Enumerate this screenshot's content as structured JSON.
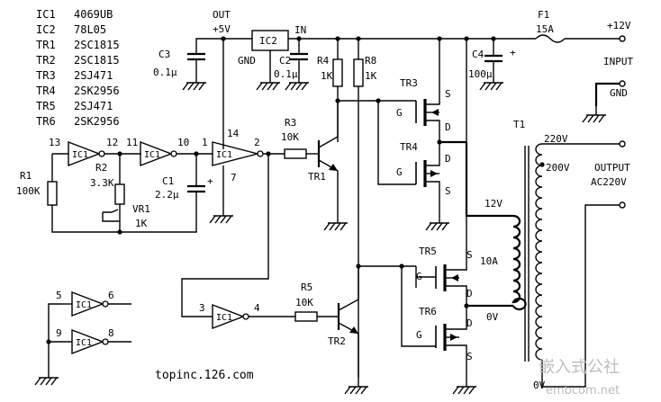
{
  "parts_list": [
    {
      "ref": "IC1",
      "value": "4069UB"
    },
    {
      "ref": "IC2",
      "value": "78L05"
    },
    {
      "ref": "TR1",
      "value": "2SC1815"
    },
    {
      "ref": "TR2",
      "value": "2SC1815"
    },
    {
      "ref": "TR3",
      "value": "2SJ471"
    },
    {
      "ref": "TR4",
      "value": "2SK2956"
    },
    {
      "ref": "TR5",
      "value": "2SJ471"
    },
    {
      "ref": "TR6",
      "value": "2SK2956"
    }
  ],
  "labels": {
    "out": "OUT",
    "plus5v": "+5V",
    "ic2": "IC2",
    "in": "IN",
    "gnd": "GND",
    "f1": "F1",
    "f1_value": "15A",
    "plus12v": "+12V",
    "input": "INPUT",
    "input_gnd": "GND",
    "c3": "C3",
    "c3_value": "0.1μ",
    "c2": "C2",
    "c2_value": "0.1μ",
    "r4": "R4",
    "r4_value": "1K",
    "r8": "R8",
    "r8_value": "1K",
    "c4": "C4",
    "c4_value": "100μ",
    "plus": "+",
    "tr3": "TR3",
    "tr4": "TR4",
    "tr5": "TR5",
    "tr6": "TR6",
    "tr1": "TR1",
    "tr2": "TR2",
    "gate": "G",
    "source": "S",
    "drain": "D",
    "t1": "T1",
    "tap_220v": "220V",
    "tap_200v": "200V",
    "output": "OUTPUT",
    "output_value": "AC220V",
    "tap_12v": "12V",
    "current_10a": "10A",
    "tap_0v": "0V",
    "tap_0v_out": "0V",
    "r1": "R1",
    "r1_value": "100K",
    "r2": "R2",
    "r2_value": "3.3K",
    "vr1": "VR1",
    "vr1_value": "1K",
    "c1": "C1",
    "c1_value": "2.2μ",
    "r3": "R3",
    "r3_value": "10K",
    "r5": "R5",
    "r5_value": "10K",
    "inv": "IC1",
    "pin_13": "13",
    "pin_12": "12",
    "pin_11": "11",
    "pin_10": "10",
    "pin_1": "1",
    "pin_14": "14",
    "pin_2": "2",
    "pin_7": "7",
    "pin_3": "3",
    "pin_4": "4",
    "pin_5": "5",
    "pin_6": "6",
    "pin_9": "9",
    "pin_8": "8"
  },
  "footer": {
    "url": "topinc.126.com",
    "watermark": "嵌入式公社",
    "watermark_url": "embcom.net"
  }
}
